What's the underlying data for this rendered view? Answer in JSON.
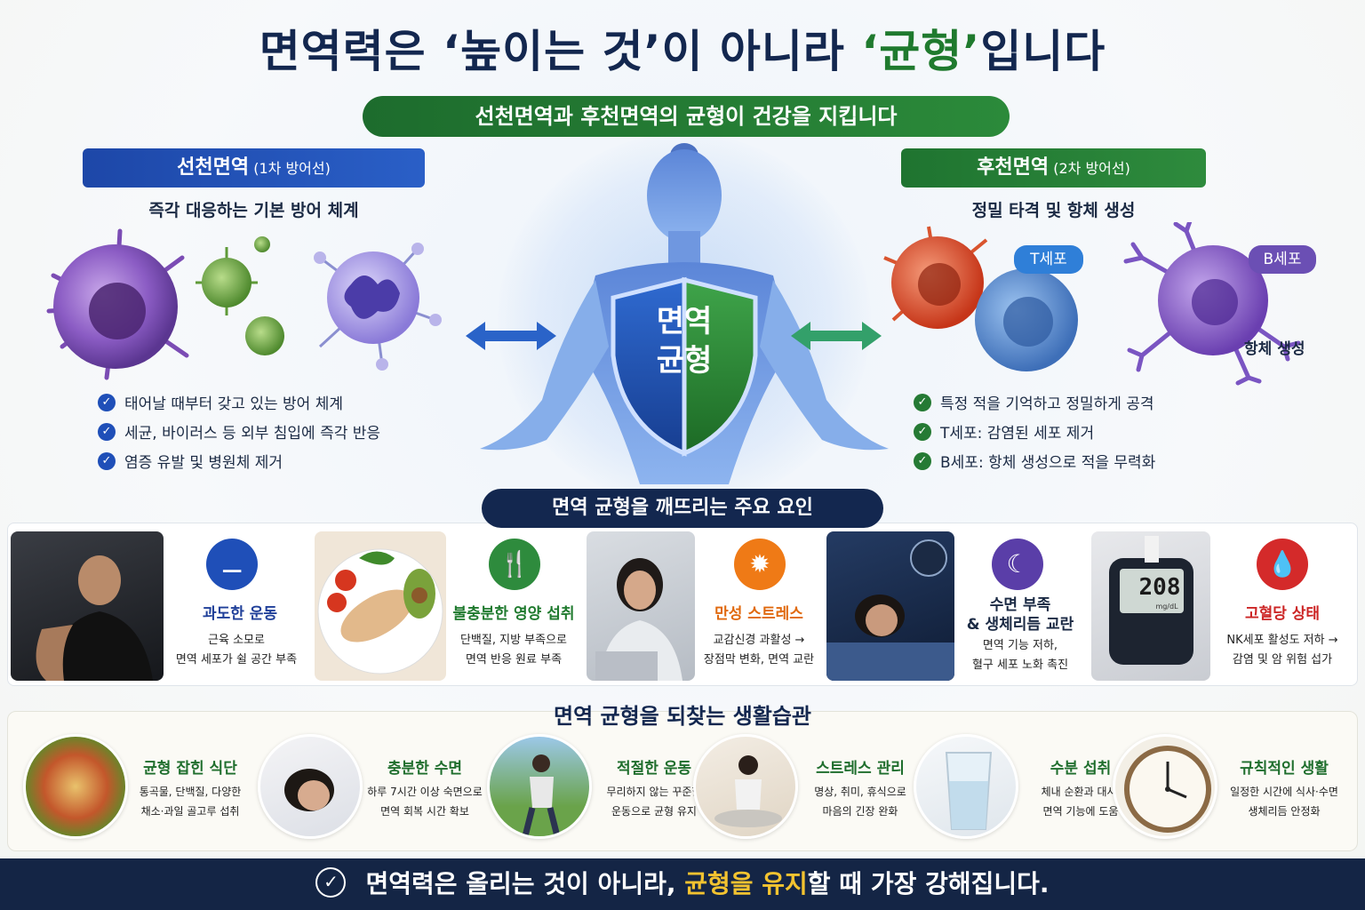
{
  "title": {
    "part1": "면역력은 ‘높이는 것’이 아니라 ",
    "highlight": "‘균형’",
    "part2": "입니다"
  },
  "subtitle": "선천면역과 후천면역의 균형이 건강을 지킵니다",
  "innate": {
    "label": "선천면역",
    "sub": " (1차 방어선)",
    "desc": "즉각 대응하는 기본 방어 체계",
    "bullets": [
      "태어날 때부터 갖고 있는 방어 체계",
      "세균, 바이러스 등 외부 침입에 즉각 반응",
      "염증 유발 및 병원체 제거"
    ]
  },
  "adaptive": {
    "label": "후천면역",
    "sub": " (2차 방어선)",
    "desc": "정밀 타격 및 항체 생성",
    "bullets": [
      "특정 적을 기억하고 정밀하게 공격",
      "T세포: 감염된 세포 제거",
      "B세포: 항체 생성으로 적을 무력화"
    ],
    "t_label": "T세포",
    "b_label": "B세포",
    "antibody_label": "항체 생성"
  },
  "shield": {
    "line1": "면역",
    "line2": "균형"
  },
  "factors_header": "면역 균형을 깨뜨리는 주요 요인",
  "factors": [
    {
      "title": "과도한 운동",
      "desc1": "근육 소모로",
      "desc2": "면역 세포가 쉴 공간 부족",
      "color": "#1f4fb8",
      "icon": "dumbbell-icon"
    },
    {
      "title": "불충분한 영양 섭취",
      "desc1": "단백질, 지방 부족으로",
      "desc2": "면역 반응 원료 부족",
      "color": "#2e8b3d",
      "icon": "fork-knife-icon"
    },
    {
      "title": "만성 스트레스",
      "desc1": "교감신경 과활성 →",
      "desc2": "장점막 변화, 면역 교란",
      "color": "#ef7a16",
      "icon": "head-stress-icon"
    },
    {
      "title": "수면 부족",
      "title2": "& 생체리듬 교란",
      "desc1": "면역 기능 저하,",
      "desc2": "혈구 세포 노화 촉진",
      "color": "#5a3ea8",
      "icon": "moon-icon"
    },
    {
      "title": "고혈당 상태",
      "desc1": "NK세포 활성도 저하 →",
      "desc2": "감염 및 암 위험 섭가",
      "color": "#d42a2a",
      "icon": "blood-drop-icon"
    }
  ],
  "glucose_reading": "208",
  "glucose_unit": "mg/dL",
  "habits_title": "면역 균형을 되찾는 생활습관",
  "habits": [
    {
      "title": "균형 잡힌 식단",
      "desc1": "통곡물, 단백질, 다양한",
      "desc2": "채소·과일 골고루 섭취"
    },
    {
      "title": "충분한 수면",
      "desc1": "하루 7시간 이상 숙면으로",
      "desc2": "면역 회복 시간 확보"
    },
    {
      "title": "적절한 운동",
      "desc1": "무리하지 않는 꾸준한",
      "desc2": "운동으로 균형 유지"
    },
    {
      "title": "스트레스 관리",
      "desc1": "명상, 취미, 휴식으로",
      "desc2": "마음의 긴장 완화"
    },
    {
      "title": "수분 섭취",
      "desc1": "체내 순환과 대사,",
      "desc2": "면역 기능에 도움"
    },
    {
      "title": "규칙적인 생활",
      "desc1": "일정한 시간에 식사·수면",
      "desc2": "생체리듬 안정화"
    }
  ],
  "footer": {
    "part1": "면역력은 올리는 것이 아니라, ",
    "highlight": "균형을 유지",
    "part2": "할 때 가장 강해집니다."
  }
}
